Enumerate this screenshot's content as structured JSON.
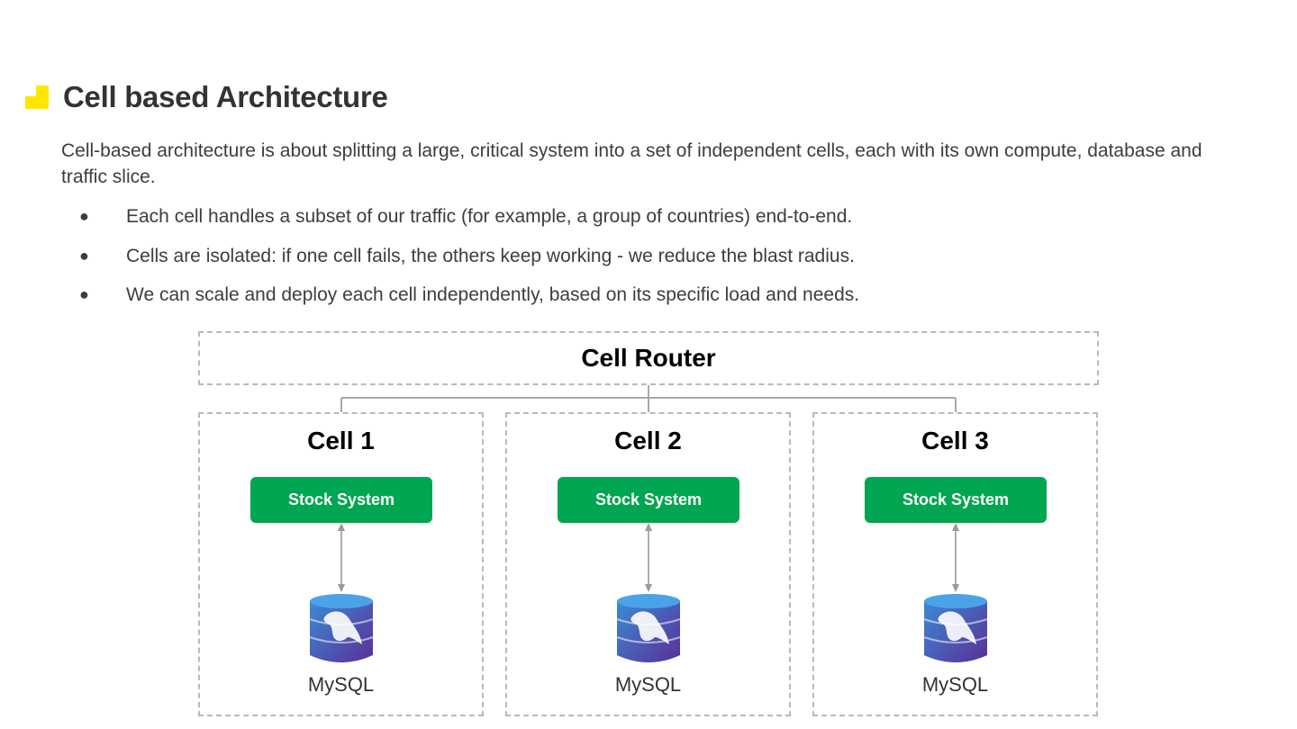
{
  "slide": {
    "title": "Cell based Architecture",
    "accent_color": "#FFE600",
    "intro": "Cell-based architecture is about splitting a large, critical system into a set of independent cells, each with its own compute, database and traffic slice.",
    "bullets": [
      "Each cell handles a subset of our traffic (for example, a group of countries) end-to-end.",
      "Cells are isolated: if one cell fails, the others keep working - we reduce the blast radius.",
      "We can scale and deploy each cell independently, based on its specific load and needs."
    ],
    "bullet_glyph": "●"
  },
  "diagram": {
    "router_label": "Cell Router",
    "service_color": "#00A651",
    "cells": [
      {
        "title": "Cell 1",
        "service": "Stock System",
        "database": "MySQL",
        "db_icon": "mysql-database-icon"
      },
      {
        "title": "Cell 2",
        "service": "Stock System",
        "database": "MySQL",
        "db_icon": "mysql-database-icon"
      },
      {
        "title": "Cell 3",
        "service": "Stock System",
        "database": "MySQL",
        "db_icon": "mysql-database-icon"
      }
    ]
  }
}
